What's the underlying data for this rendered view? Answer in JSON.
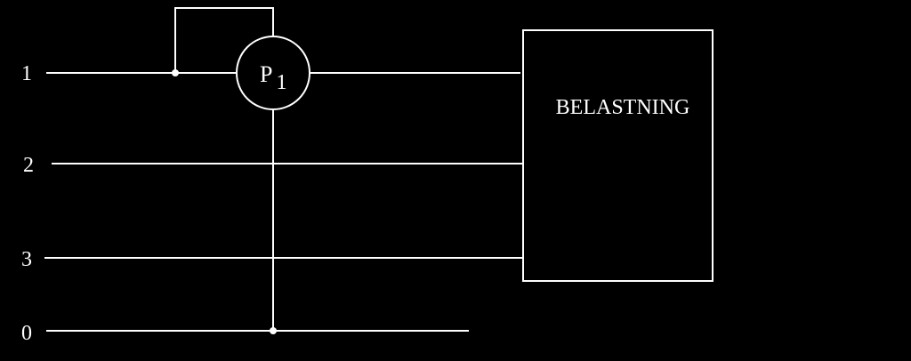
{
  "conductors": [
    {
      "id": "l1",
      "label": "1"
    },
    {
      "id": "l2",
      "label": "2"
    },
    {
      "id": "l3",
      "label": "3"
    },
    {
      "id": "n0",
      "label": "0"
    }
  ],
  "meter": {
    "symbol": "P",
    "subscript": "1"
  },
  "load": {
    "label": "BELASTNING"
  },
  "colors": {
    "background": "#000000",
    "lines": "#ffffff"
  }
}
